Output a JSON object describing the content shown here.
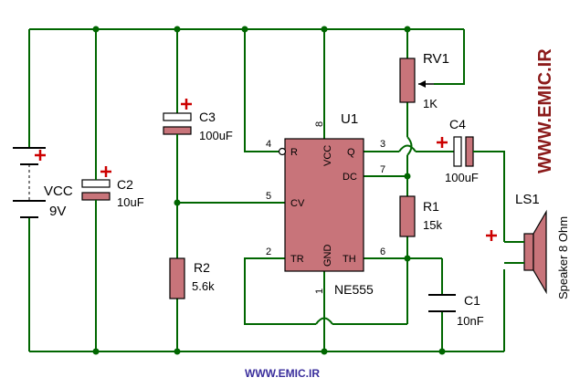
{
  "components": {
    "vcc": {
      "name": "VCC",
      "value": "9V"
    },
    "c2": {
      "name": "C2",
      "value": "10uF"
    },
    "c3": {
      "name": "C3",
      "value": "100uF"
    },
    "r2": {
      "name": "R2",
      "value": "5.6k"
    },
    "u1": {
      "name": "U1",
      "part": "NE555"
    },
    "rv1": {
      "name": "RV1",
      "value": "1K"
    },
    "r1": {
      "name": "R1",
      "value": "15k"
    },
    "c4": {
      "name": "C4",
      "value": "100uF"
    },
    "c1": {
      "name": "C1",
      "value": "10nF"
    },
    "ls1": {
      "name": "LS1",
      "value": "Speaker 8 Ohm"
    }
  },
  "ic_pins": {
    "r": "R",
    "vcc": "VCC",
    "q": "Q",
    "dc": "DC",
    "cv": "CV",
    "tr": "TR",
    "gnd": "GND",
    "th": "TH"
  },
  "pin_numbers": {
    "p8": "8",
    "p4": "4",
    "p3": "3",
    "p7": "7",
    "p5": "5",
    "p2": "2",
    "p6": "6",
    "p1": "1"
  },
  "watermark_side": "WWW.EMIC.IR",
  "watermark_bottom": "WWW.EMIC.IR",
  "colors": {
    "wire": "#006600",
    "component": "#c8747a",
    "polarity": "#cc0000",
    "watermark_side": "#8b1a1a",
    "watermark_bottom": "#3a2e9c"
  }
}
